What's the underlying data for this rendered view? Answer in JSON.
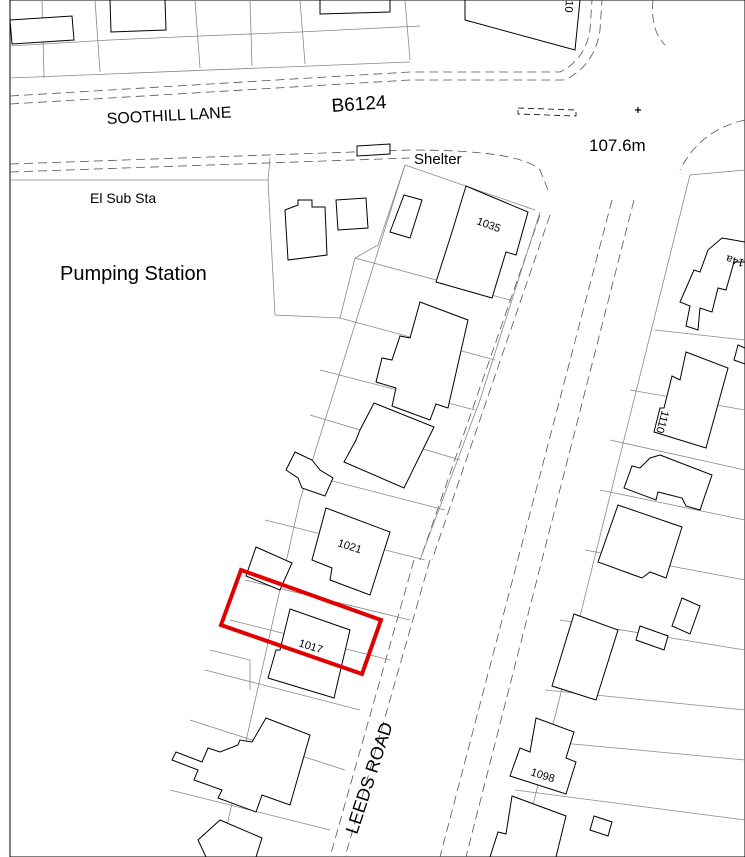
{
  "map": {
    "road_labels": {
      "soothill_lane": "SOOTHILL LANE",
      "b_road": "B6124",
      "leeds_road": "LEEDS ROAD"
    },
    "place_labels": {
      "shelter": "Shelter",
      "el_sub_sta": "El Sub Sta",
      "pumping_station": "Pumping Station",
      "spot_height": "107.6m"
    },
    "house_numbers": {
      "n1035": "1035",
      "n1021": "1021",
      "n1017": "1017",
      "n1110": "1110",
      "n1098": "1098",
      "n14a": "14a",
      "n10_partial": "10"
    },
    "highlight_color": "#e00000"
  }
}
